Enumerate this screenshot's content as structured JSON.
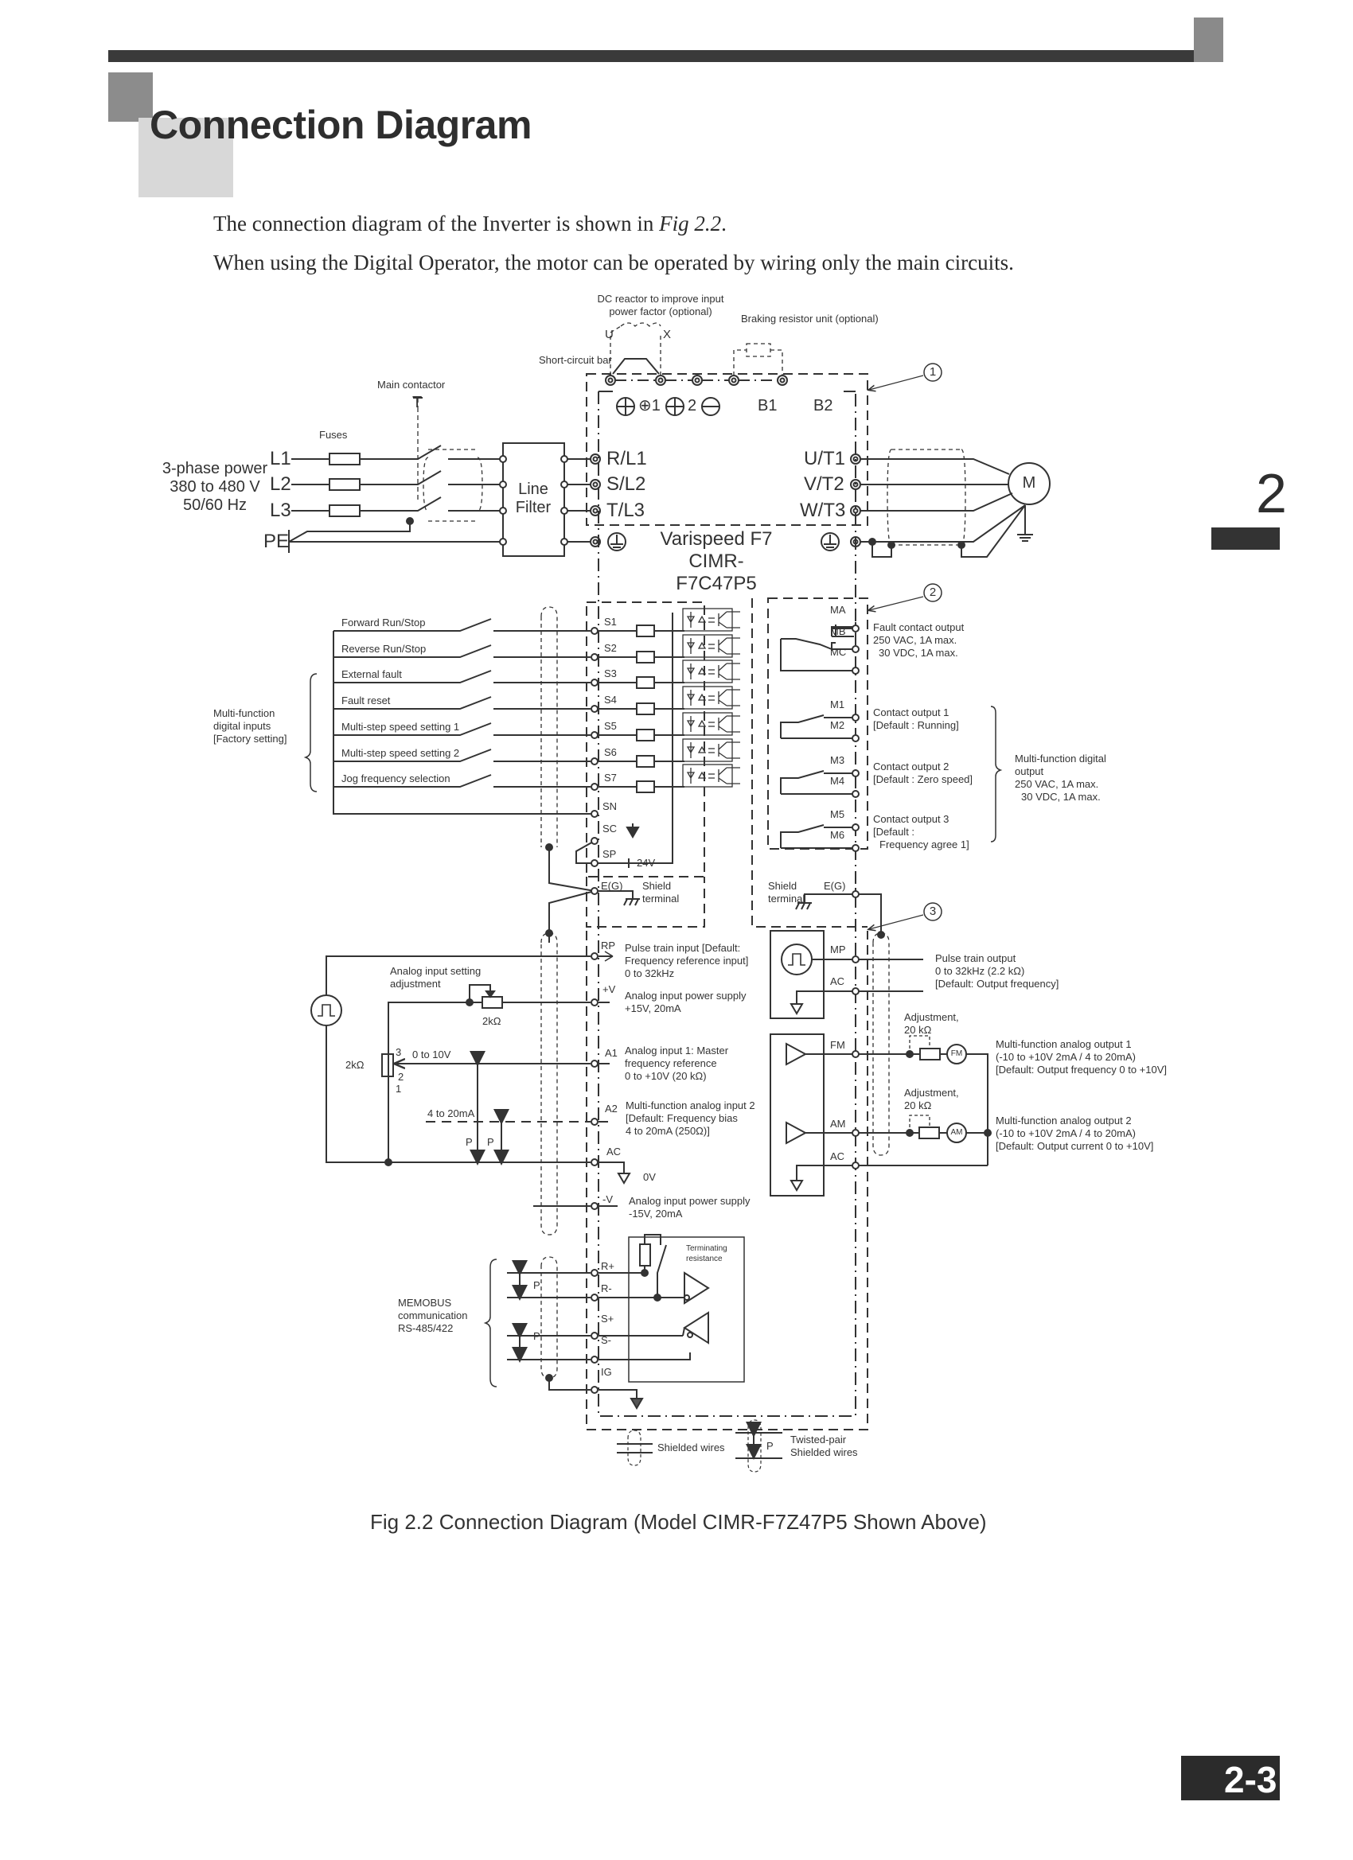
{
  "header": {
    "title": "Connection Diagram",
    "intro_line1_prefix": "The connection diagram of the Inverter is shown in ",
    "intro_line1_ref": "Fig 2.2",
    "intro_line1_suffix": ".",
    "intro_line2": "When using the Digital Operator, the motor can be operated by wiring only the main circuits."
  },
  "chapter_tab": "2",
  "page_number": "2-3",
  "figure_caption": "Fig 2.2  Connection Diagram (Model CIMR-F7Z47P5 Shown Above)",
  "diagram": {
    "dc_reactor": {
      "line1": "DC reactor to improve input",
      "line2": "power factor (optional)",
      "u": "U",
      "x": "X"
    },
    "braking_resistor": "Braking resistor unit (optional)",
    "short_circuit_bar": "Short-circuit bar",
    "dc_terminals": [
      "⊕1",
      "⊕2",
      "⊖",
      "B1",
      "B2"
    ],
    "callouts": [
      "1",
      "2",
      "3"
    ],
    "power_input": {
      "line1": "3-phase power",
      "line2": "380 to 480 V",
      "line3": "50/60 Hz",
      "phases": [
        "L1",
        "L2",
        "L3"
      ],
      "pe": "PE",
      "fuses": "Fuses",
      "main_contactor": "Main contactor",
      "contactor_t": "T",
      "line_filter_1": "Line",
      "line_filter_2": "Filter"
    },
    "input_terminals": [
      "R/L1",
      "S/L2",
      "T/L3"
    ],
    "output_terminals": [
      "U/T1",
      "V/T2",
      "W/T3"
    ],
    "motor": "M",
    "inverter": {
      "line1": "Varispeed F7",
      "line2": "CIMR-",
      "line3": "F7C47P5"
    },
    "digital_inputs": {
      "group_label_1": "Multi-function",
      "group_label_2": "digital inputs",
      "group_label_3": "[Factory setting]",
      "items": [
        {
          "label": "Forward Run/Stop",
          "terminal": "S1"
        },
        {
          "label": "Reverse Run/Stop",
          "terminal": "S2"
        },
        {
          "label": "External fault",
          "terminal": "S3"
        },
        {
          "label": "Fault reset",
          "terminal": "S4"
        },
        {
          "label": "Multi-step speed setting 1",
          "terminal": "S5"
        },
        {
          "label": "Multi-step speed setting 2",
          "terminal": "S6"
        },
        {
          "label": "Jog frequency selection",
          "terminal": "S7"
        }
      ],
      "sn": "SN",
      "sc": "SC",
      "sp": "SP",
      "v24": "24V"
    },
    "shield_left": {
      "eg": "E(G)",
      "line1": "Shield",
      "line2": "terminal"
    },
    "shield_right": {
      "eg": "E(G)",
      "line1": "Shield",
      "line2": "terminal"
    },
    "fault_contact": {
      "terminals": [
        "MA",
        "MB",
        "MC"
      ],
      "line1": "Fault contact output",
      "line2": "250 VAC, 1A max.",
      "line3": "30 VDC, 1A max."
    },
    "contact_outputs": [
      {
        "terminals": [
          "M1",
          "M2"
        ],
        "line1": "Contact output 1",
        "line2": "[Default : Running]",
        "line3": ""
      },
      {
        "terminals": [
          "M3",
          "M4"
        ],
        "line1": "Contact output 2",
        "line2": "[Default : Zero speed]",
        "line3": ""
      },
      {
        "terminals": [
          "M5",
          "M6"
        ],
        "line1": "Contact output 3",
        "line2": "[Default :",
        "line3": "Frequency agree 1]"
      }
    ],
    "mf_digital_output": {
      "line1": "Multi-function digital",
      "line2": "output",
      "line3": "250 VAC, 1A max.",
      "line4": "30 VDC, 1A max."
    },
    "analog_inputs": {
      "setting_adjust_1": "Analog input setting",
      "setting_adjust_2": "adjustment",
      "pot_2k_a": "2kΩ",
      "pot_2k_b": "2kΩ",
      "pin3": "3",
      "pin2": "2",
      "pin1": "1",
      "v0_10": "0 to 10V",
      "ma4_20": "4 to 20mA",
      "p": "P",
      "rp": "RP",
      "rp_desc": [
        "Pulse train input [Default:",
        "Frequency reference input]",
        "0 to 32kHz"
      ],
      "plus_v": "+V",
      "plus_v_desc": [
        "Analog input power supply",
        "+15V, 20mA"
      ],
      "a1": "A1",
      "a1_desc": [
        "Analog input 1: Master",
        "frequency reference",
        "0 to +10V (20 kΩ)"
      ],
      "a2": "A2",
      "a2_desc": [
        "Multi-function analog input 2",
        "[Default: Frequency bias",
        "4 to 20mA (250Ω)]"
      ],
      "ac": "AC",
      "ov": "0V",
      "minus_v": "-V",
      "minus_v_desc": [
        "Analog input power supply",
        "-15V, 20mA"
      ]
    },
    "analog_outputs": {
      "mp": "MP",
      "ac1": "AC",
      "pulse_out": [
        "Pulse train output",
        "0 to 32kHz (2.2 kΩ)",
        "[Default: Output frequency]"
      ],
      "adjust_1": [
        "Adjustment,",
        "20 kΩ"
      ],
      "adjust_2": [
        "Adjustment,",
        "20 kΩ"
      ],
      "fm": "FM",
      "am": "AM",
      "ac2": "AC",
      "fm_meter": "FM",
      "am_meter": "AM",
      "fm_desc": [
        "Multi-function analog output 1",
        "(-10 to +10V 2mA / 4 to 20mA)",
        "[Default: Output frequency 0 to +10V]"
      ],
      "am_desc": [
        "Multi-function analog output 2",
        "(-10 to +10V 2mA / 4 to 20mA)",
        "[Default: Output current 0 to +10V]"
      ]
    },
    "memobus": {
      "line1": "MEMOBUS",
      "line2": "communication",
      "line3": "RS-485/422",
      "terminals": [
        "R+",
        "R-",
        "S+",
        "S-",
        "IG"
      ],
      "p": "P",
      "term_res_1": "Terminating",
      "term_res_2": "resistance"
    },
    "legend": {
      "shielded": "Shielded wires",
      "twisted_1": "Twisted-pair",
      "twisted_2": "Shielded wires",
      "p": "P"
    }
  }
}
